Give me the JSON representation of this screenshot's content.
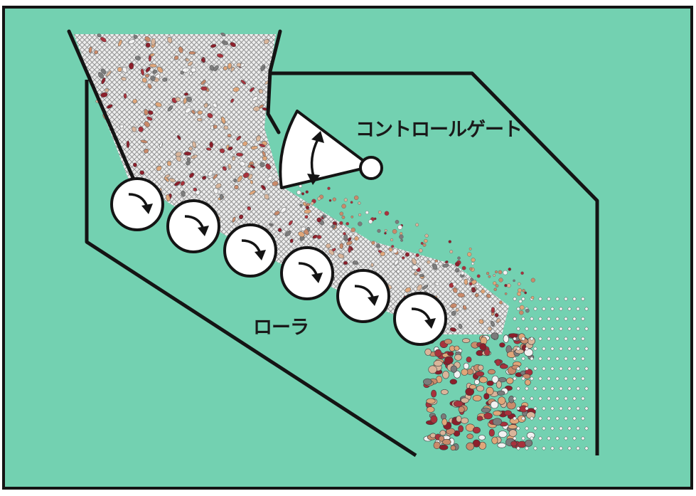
{
  "labels": {
    "control_gate": "コントロールゲート",
    "roller": "ローラ"
  },
  "colors": {
    "background": "#73d1b1",
    "frame": "#141414",
    "roller_fill": "#ffffff",
    "particle_palette": [
      "#c98a6a",
      "#e0a679",
      "#a8323c",
      "#8c1f2b",
      "#7b7b7b",
      "#f2f2f2",
      "#d9b59a"
    ]
  },
  "icons": {
    "rotation_arrow": "clockwise-arrow-icon",
    "gate_motion": "double-headed-arrow-icon"
  },
  "roller_count": 6
}
